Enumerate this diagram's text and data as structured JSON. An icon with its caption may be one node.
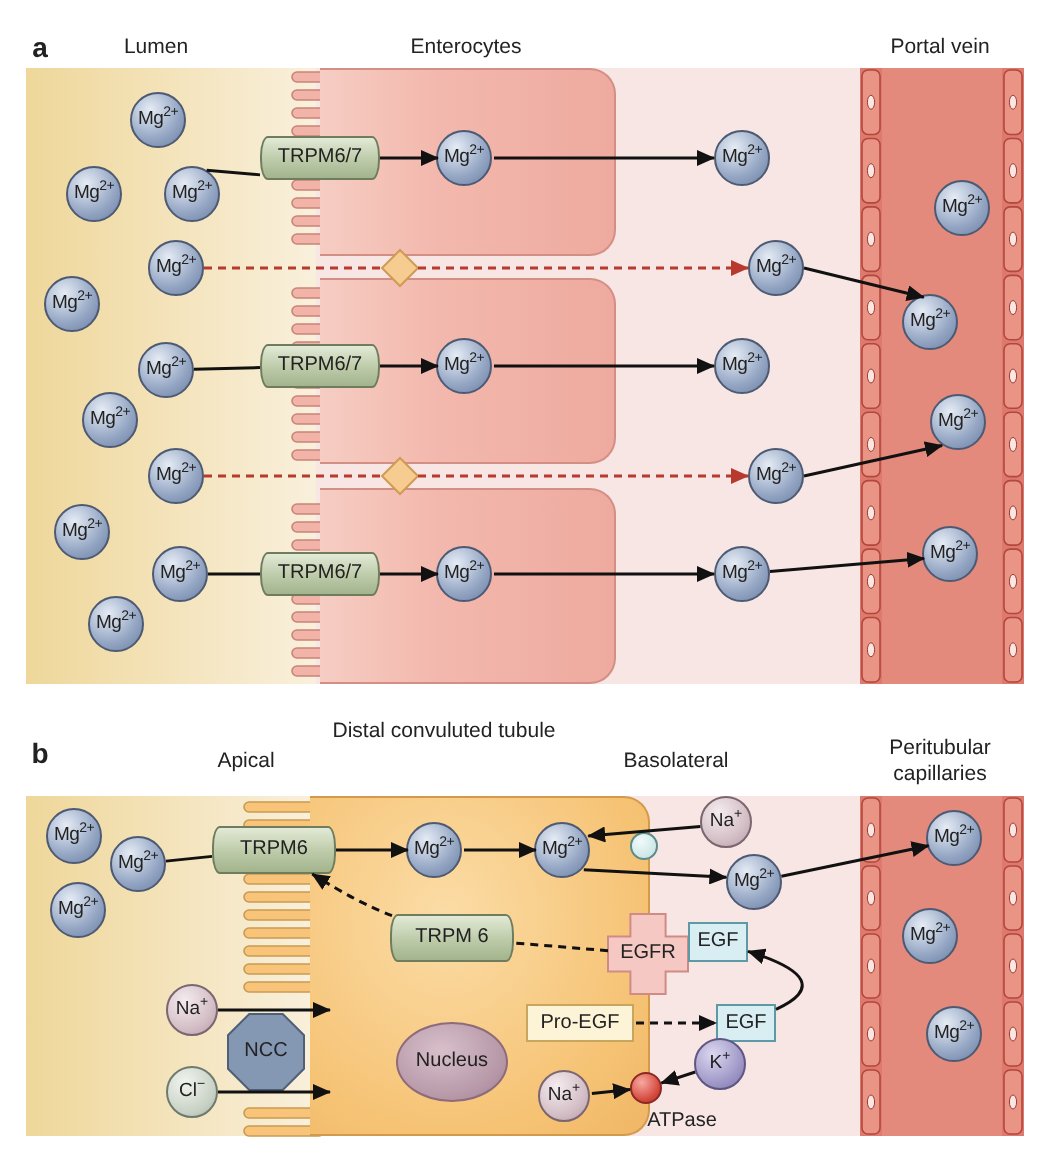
{
  "diagram": {
    "nodes": [
      {
        "text": [
          "Mg$^{2+}$"
        ]
      },
      {
        "text": [
          "Mg$^{2+}$"
        ]
      },
      {
        "text": [
          "Mg$^{2+}$"
        ]
      },
      {
        "text": [
          "Mg$^{2+}$"
        ]
      },
      {
        "text": [
          "Mg$^{2+}$"
        ]
      },
      {
        "text": [
          "Mg$^{2+}$"
        ]
      },
      {
        "text": [
          "Mg$^{2+}$"
        ]
      },
      {
        "text": [
          "Mg$^{2+}$"
        ]
      },
      {
        "text": [
          "Mg$^{2+}$"
        ]
      },
      {
        "text": [
          "Mg$^{2+}$"
        ]
      },
      {
        "text": [
          "Mg$^{2+}$"
        ]
      },
      {
        "text": [],
        "shape": "box"
      },
      {
        "text": [],
        "shape": "box"
      },
      {
        "text": [],
        "shape": "box"
      },
      {
        "text": [
          "TRPM6/7"
        ]
      },
      {
        "text": [
          "TRPM6/7"
        ]
      },
      {
        "text": [
          "TRPM6/7"
        ]
      },
      {
        "text": [
          "Mg$^{2+}$"
        ],
        "in": 11
      },
      {
        "text": [
          "Mg$^{2+}$"
        ],
        "in": 12
      },
      {
        "text": [
          "Mg$^{2+}$"
        ],
        "in": 13
      },
      {
        "text": [],
        "shape": "diamond"
      },
      {
        "text": [],
        "shape": "diamond"
      },
      {
        "text": [
          "Mg$^{2+}$"
        ]
      },
      {
        "text": [
          "Mg$^{2+}$"
        ]
      },
      {
        "text": [
          "Mg$^{2+}$"
        ]
      },
      {
        "text": [
          "Mg$^{2+}$"
        ]
      },
      {
        "text": [
          "Mg$^{2+}$"
        ]
      },
      {
        "text": [],
        "shape": "bar"
      },
      {
        "text": [
          "Mg$^{2+}$"
        ],
        "in": 27
      },
      {
        "text": [
          "Mg$^{2+}$"
        ],
        "in": 27
      },
      {
        "text": [
          "Mg$^{2+}$"
        ],
        "in": 27
      },
      {
        "text": [
          "Mg$^{2+}$"
        ],
        "in": 27
      },
      {
        "text": [
          "Mg$^{2+}$"
        ]
      },
      {
        "text": [
          "Mg$^{2+}$"
        ]
      },
      {
        "text": [
          "Mg$^{2+}$"
        ]
      },
      {
        "text": [],
        "shape": "box"
      },
      {
        "text": [
          "TRPM6"
        ]
      },
      {
        "text": [
          "Mg$^{2+}$"
        ],
        "in": 35
      },
      {
        "text": [
          "Mg$^{2+}$"
        ],
        "in": 35
      },
      {
        "text": [],
        "shape": "circle"
      },
      {
        "text": [
          "Na$^{+}$"
        ]
      },
      {
        "text": [
          "Mg$^{2+}$"
        ]
      },
      {
        "text": [],
        "shape": "bar"
      },
      {
        "text": [
          "Mg$^{2+}$"
        ],
        "in": 42
      },
      {
        "text": [
          "Mg$^{2+}$"
        ],
        "in": 42
      },
      {
        "text": [
          "Mg$^{2+}$"
        ],
        "in": 42
      },
      {
        "text": [
          "TRPM 6"
        ],
        "in": 35
      },
      {
        "text": [
          "EGFR"
        ]
      },
      {
        "text": [
          "EGF"
        ]
      },
      {
        "text": [
          "Na$^{+}$"
        ]
      },
      {
        "text": [
          "NCC"
        ]
      },
      {
        "text": [
          "Cl$^{−}$"
        ]
      },
      {
        "text": [
          "Nucleus"
        ],
        "in": 35
      },
      {
        "text": [
          "Pro-EGF"
        ],
        "in": 35
      },
      {
        "text": [
          "EGF"
        ]
      },
      {
        "text": [
          "K$^{+}$"
        ]
      },
      {
        "text": [
          "Na$^{+}$"
        ],
        "in": 35
      },
      {
        "text": [],
        "shape": "circle",
        "beside": [
          "ATPase"
        ]
      }
    ],
    "edges": [
      {
        "from": 2,
        "to": 14,
        "arrow": "none"
      },
      {
        "from": 14,
        "to": 17,
        "arrow": "to"
      },
      {
        "from": 17,
        "to": 22,
        "arrow": "to"
      },
      {
        "from": 5,
        "to": 15,
        "arrow": "none"
      },
      {
        "from": 15,
        "to": 18,
        "arrow": "to"
      },
      {
        "from": 18,
        "to": 24,
        "arrow": "to"
      },
      {
        "from": 9,
        "to": 16,
        "arrow": "none"
      },
      {
        "from": 16,
        "to": 19,
        "arrow": "to"
      },
      {
        "from": 19,
        "to": 26,
        "arrow": "to"
      },
      {
        "from": 26,
        "to": 31,
        "arrow": "to"
      },
      {
        "from": 3,
        "to": 20,
        "arrow": "none",
        "style": "dashed",
        "color": "#b83a2e"
      },
      {
        "from": 20,
        "to": 23,
        "arrow": "to",
        "style": "dashed",
        "color": "#b83a2e"
      },
      {
        "from": 23,
        "to": 29,
        "arrow": "to"
      },
      {
        "from": 7,
        "to": 21,
        "arrow": "none",
        "style": "dashed",
        "color": "#b83a2e"
      },
      {
        "from": 21,
        "to": 25,
        "arrow": "to",
        "style": "dashed",
        "color": "#b83a2e"
      },
      {
        "from": 25,
        "to": 30,
        "arrow": "to"
      },
      {
        "from": 33,
        "to": 36,
        "arrow": "none"
      },
      {
        "from": 36,
        "to": 37,
        "arrow": "to"
      },
      {
        "from": 37,
        "to": 38,
        "arrow": "to"
      },
      {
        "from": 40,
        "to": 38,
        "arrow": "to"
      },
      {
        "from": 38,
        "to": 41,
        "arrow": "to"
      },
      {
        "from": 41,
        "to": 43,
        "arrow": "to"
      },
      {
        "from": 46,
        "to": 36,
        "arrow": "to",
        "style": "dashed"
      },
      {
        "from": 47,
        "to": 46,
        "arrow": "none",
        "style": "dashed"
      },
      {
        "from": 53,
        "to": 54,
        "arrow": "to",
        "style": "dashed"
      },
      {
        "from": 54,
        "to": 48,
        "arrow": "to"
      },
      {
        "from": 49,
        "to": 35,
        "arrow": "to"
      },
      {
        "from": 51,
        "to": 35,
        "arrow": "to"
      },
      {
        "from": 55,
        "to": 57,
        "arrow": "to"
      },
      {
        "from": 56,
        "to": 57,
        "arrow": "to"
      }
    ],
    "labels": [
      "a",
      "Lumen",
      "Enterocytes",
      "Portal vein",
      "Distal convuluted tubule",
      "b",
      "Apical",
      "Basolateral",
      "Peritubular capillaries"
    ]
  }
}
